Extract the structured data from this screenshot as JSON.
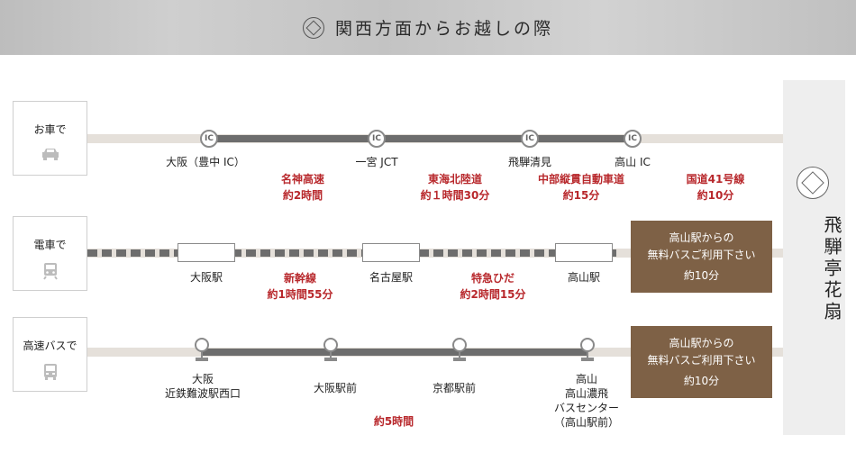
{
  "header": {
    "title": "関西方面からお越しの際",
    "emblem_icon": "hanaogi-crest-icon"
  },
  "destination": {
    "name_line1": "飛騨亭",
    "name_line2": "花扇"
  },
  "routes": {
    "car": {
      "label": "お車で",
      "icon": "car-icon",
      "ic_marker": "IC",
      "stops": [
        "大阪（豊中 IC）",
        "一宮 JCT",
        "飛騨清見",
        "高山 IC"
      ],
      "segments": [
        {
          "name": "名神高速",
          "time": "約2時間"
        },
        {
          "name": "東海北陸道",
          "time": "約１時間30分"
        },
        {
          "name": "中部縦貫自動車道",
          "time": "約15分"
        },
        {
          "name": "国道41号線",
          "time": "約10分"
        }
      ]
    },
    "train": {
      "label": "電車で",
      "icon": "train-icon",
      "stops": [
        "大阪駅",
        "名古屋駅",
        "高山駅"
      ],
      "segments": [
        {
          "name": "新幹線",
          "time": "約1時間55分"
        },
        {
          "name": "特急ひだ",
          "time": "約2時間15分"
        }
      ],
      "bus_note": {
        "line1": "高山駅からの",
        "line2": "無料バスご利用下さい",
        "time": "約10分"
      }
    },
    "bus": {
      "label": "高速バスで",
      "icon": "bus-icon",
      "stops": [
        {
          "lines": [
            "大阪",
            "近鉄難波駅西口"
          ]
        },
        {
          "lines": [
            "大阪駅前"
          ]
        },
        {
          "lines": [
            "京都駅前"
          ]
        },
        {
          "lines": [
            "高山",
            "高山濃飛",
            "バスセンター",
            "（高山駅前）"
          ]
        }
      ],
      "segment_time": "約5時間",
      "bus_note": {
        "line1": "高山駅からの",
        "line2": "無料バスご利用下さい",
        "time": "約10分"
      }
    }
  },
  "colors": {
    "accent_red": "#b8282c",
    "bus_box_brown": "#7e6146",
    "route_gray": "#6d6d6d",
    "rail_beige": "#e5e0da"
  }
}
